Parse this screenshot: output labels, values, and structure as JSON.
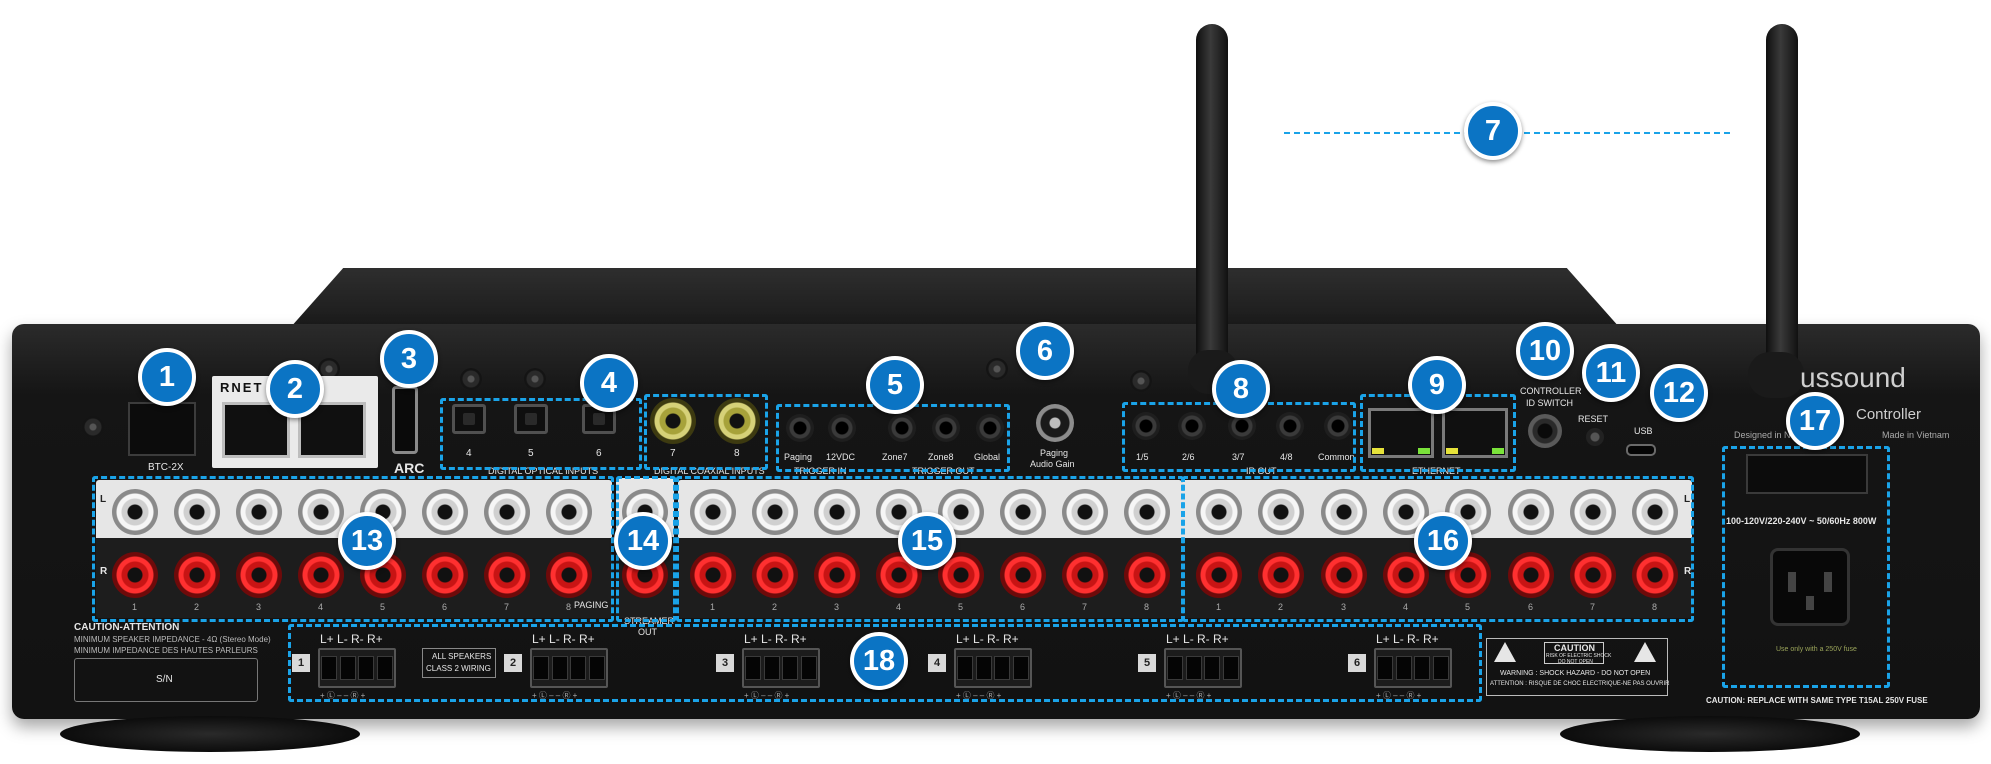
{
  "callouts": [
    "1",
    "2",
    "3",
    "4",
    "5",
    "6",
    "7",
    "8",
    "9",
    "10",
    "11",
    "12",
    "13",
    "14",
    "15",
    "16",
    "17",
    "18"
  ],
  "panel": {
    "btc_label": "BTC-2X",
    "rnet_logo": "RNET",
    "arc_label": "ARC",
    "optical_nums": [
      "4",
      "5",
      "6"
    ],
    "optical_label": "DIGITAL OPTICAL INPUTS",
    "coax_nums": [
      "7",
      "8"
    ],
    "coax_label": "DIGITAL COAXIAL INPUTS",
    "trigger_in_items": [
      "Paging",
      "12VDC"
    ],
    "trigger_in_label": "TRIGGER IN",
    "trigger_out_items": [
      "Zone7",
      "Zone8",
      "Global"
    ],
    "trigger_out_label": "TRIGGER OUT",
    "paging_gain_line1": "Paging",
    "paging_gain_line2": "Audio Gain",
    "ir_out_items": [
      "1/5",
      "2/6",
      "3/7",
      "4/8",
      "Common"
    ],
    "ir_out_label": "IR OUT",
    "ethernet_label": "ETHERNET",
    "controller_id_line1": "CONTROLLER",
    "controller_id_line2": "ID SWITCH",
    "reset_label": "RESET",
    "usb_label": "USB",
    "brand_partial": "ussound",
    "model_partial": "Controller",
    "designed_in_partial": "Designed in N",
    "made_in_partial": "Made in Vietnam",
    "power_spec": "100-120V/220-240V ~ 50/60Hz 800W",
    "fuse_note": "Use only with a 250V fuse",
    "caution_fuse": "CAUTION: REPLACE WITH SAME TYPE T15AL 250V FUSE",
    "input_nums": [
      "1",
      "2",
      "3",
      "4",
      "5",
      "6",
      "7",
      "8"
    ],
    "paging_label": "PAGING",
    "channel_L": "L",
    "channel_R": "R",
    "streamer_line1": "STREAMER",
    "streamer_line2": "OUT",
    "caution_title": "CAUTION-ATTENTION",
    "caution_line1": "MINIMUM SPEAKER IMPEDANCE - 4Ω (Stereo Mode)",
    "caution_line2": "MINIMUM IMPEDANCE DES HAUTES PARLEURS",
    "sn_label": "S/N",
    "speaker_header": "L+ L- R- R+",
    "speaker_footer": "+ Ⓛ – – Ⓡ +",
    "speaker_zones": [
      "1",
      "2",
      "3",
      "4",
      "5",
      "6"
    ],
    "all_speakers_line1": "ALL SPEAKERS",
    "all_speakers_line2": "CLASS 2 WIRING",
    "warn_caution": "CAUTION",
    "warn_risk1": "RISK OF ELECTRIC SHOCK",
    "warn_risk2": "DO NOT OPEN",
    "warn_line1": "WARNING : SHOCK HAZARD - DO NOT OPEN",
    "warn_line2": "ATTENTION : RISQUE DE CHOC ELECTRIQUE-NE PAS OUVRIR"
  }
}
